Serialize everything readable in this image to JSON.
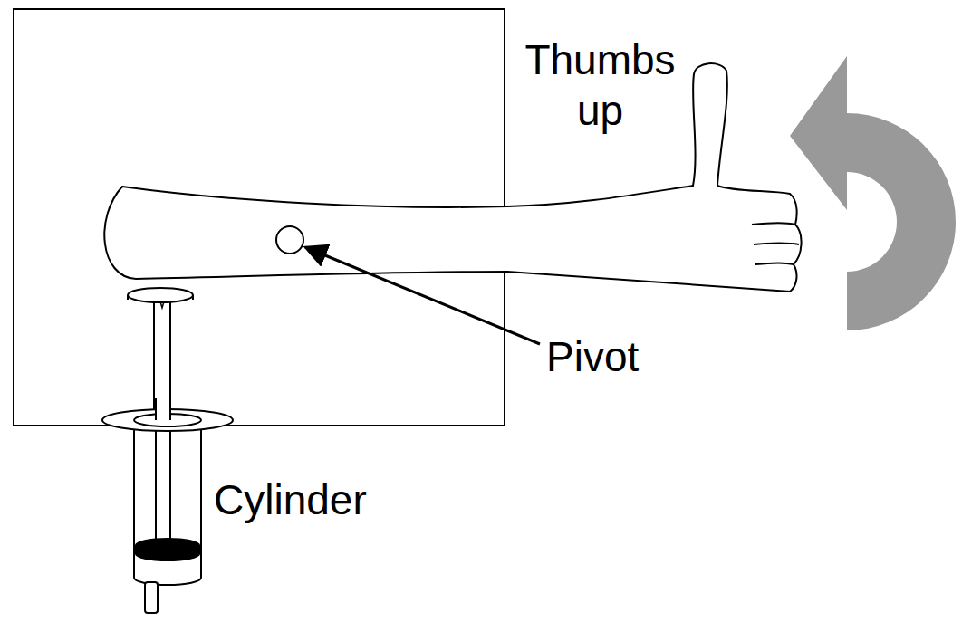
{
  "diagram": {
    "labels": [
      "Thumbs up",
      "Pivot",
      "Cylinder"
    ]
  }
}
